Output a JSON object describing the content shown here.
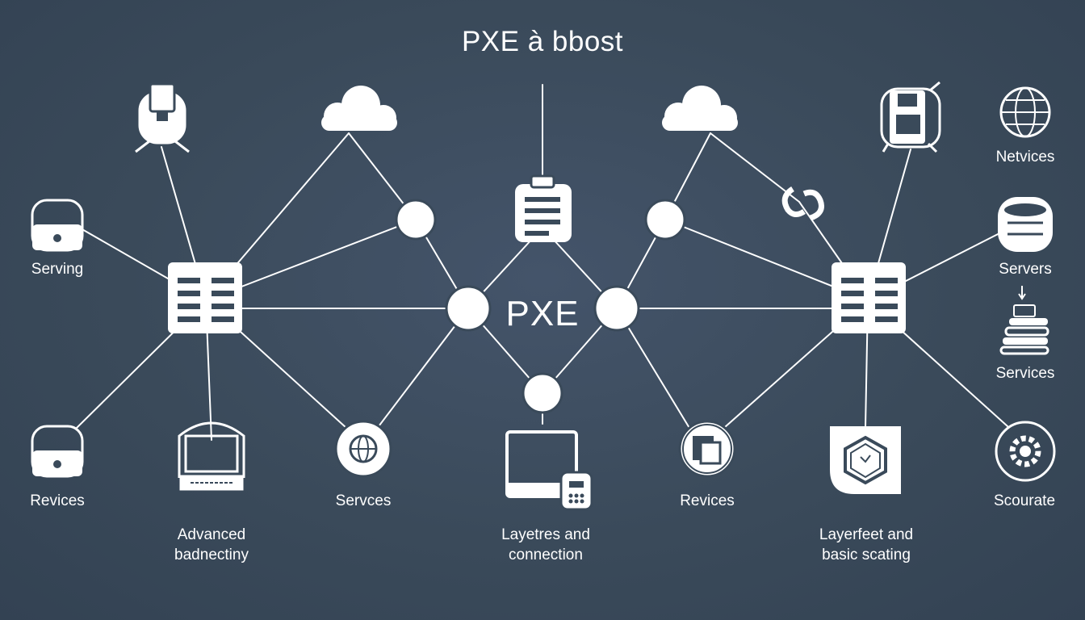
{
  "title": "PXE à bbost",
  "center_label": "PXE",
  "colors": {
    "background": "#3a4a5a",
    "line": "#ffffff",
    "node_fill": "#ffffff",
    "icon_dark": "#3a4a5a"
  },
  "labels": {
    "serving": "Serving",
    "revices_left": "Revices",
    "servces": "Servces",
    "revices_right": "Revices",
    "scourate": "Scourate",
    "netvices": "Netvices",
    "servers": "Servers",
    "services": "Services"
  },
  "captions": {
    "advanced": [
      "Advanced",
      "badnectiny"
    ],
    "layetres": [
      "Layetres and",
      "connection"
    ],
    "layerfeet": [
      "Layerfeet and",
      "basic scating"
    ]
  },
  "icons": {
    "robot": "robot-icon",
    "cloud_left": "cloud-icon",
    "cloud_right": "cloud-icon",
    "device": "device-icon",
    "laptop": "laptop-icon",
    "globe": "globe-icon",
    "clipboard": "clipboard-icon",
    "tablet_phone": "tablet-phone-icon",
    "folders": "folders-icon",
    "hexagon": "hexagon-shield-icon",
    "id_badge": "id-badge-icon",
    "world_grid": "world-grid-icon",
    "database": "database-icon",
    "stacked_books": "stacked-books-icon",
    "gear": "gear-icon",
    "link": "link-icon",
    "server": "server-icon"
  }
}
